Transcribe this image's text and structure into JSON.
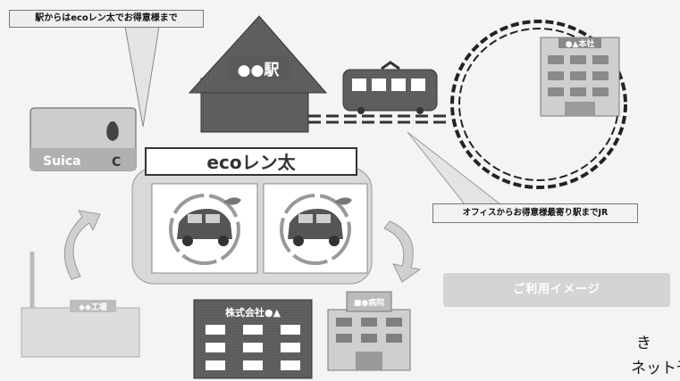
{
  "callout_top": "駅からはecoレン太でお得意様まで",
  "callout_right": "オフィスからお得意様最寄り駅までJR",
  "image_caption": "ご利用イメージ",
  "station_label": "●●駅",
  "card_label": "Suica",
  "card_logo": "C",
  "service_name": "ecoレン太",
  "hq_label": "●▲本社",
  "company_label": "株式会社●▲",
  "hospital_label": "■●病院",
  "factory_label": "◆◆工場",
  "text_fragments": [
    "き",
    "ネット予約"
  ],
  "icons": [
    "station-icon",
    "train-icon",
    "ic-card-icon",
    "eco-car-icon",
    "building-icon",
    "return-arrow-icon"
  ],
  "colors": {
    "dark": "#4a4a4a",
    "mid": "#8c8c8c",
    "light": "#d8d8d8",
    "caption_bg": "#d4d4d4"
  }
}
